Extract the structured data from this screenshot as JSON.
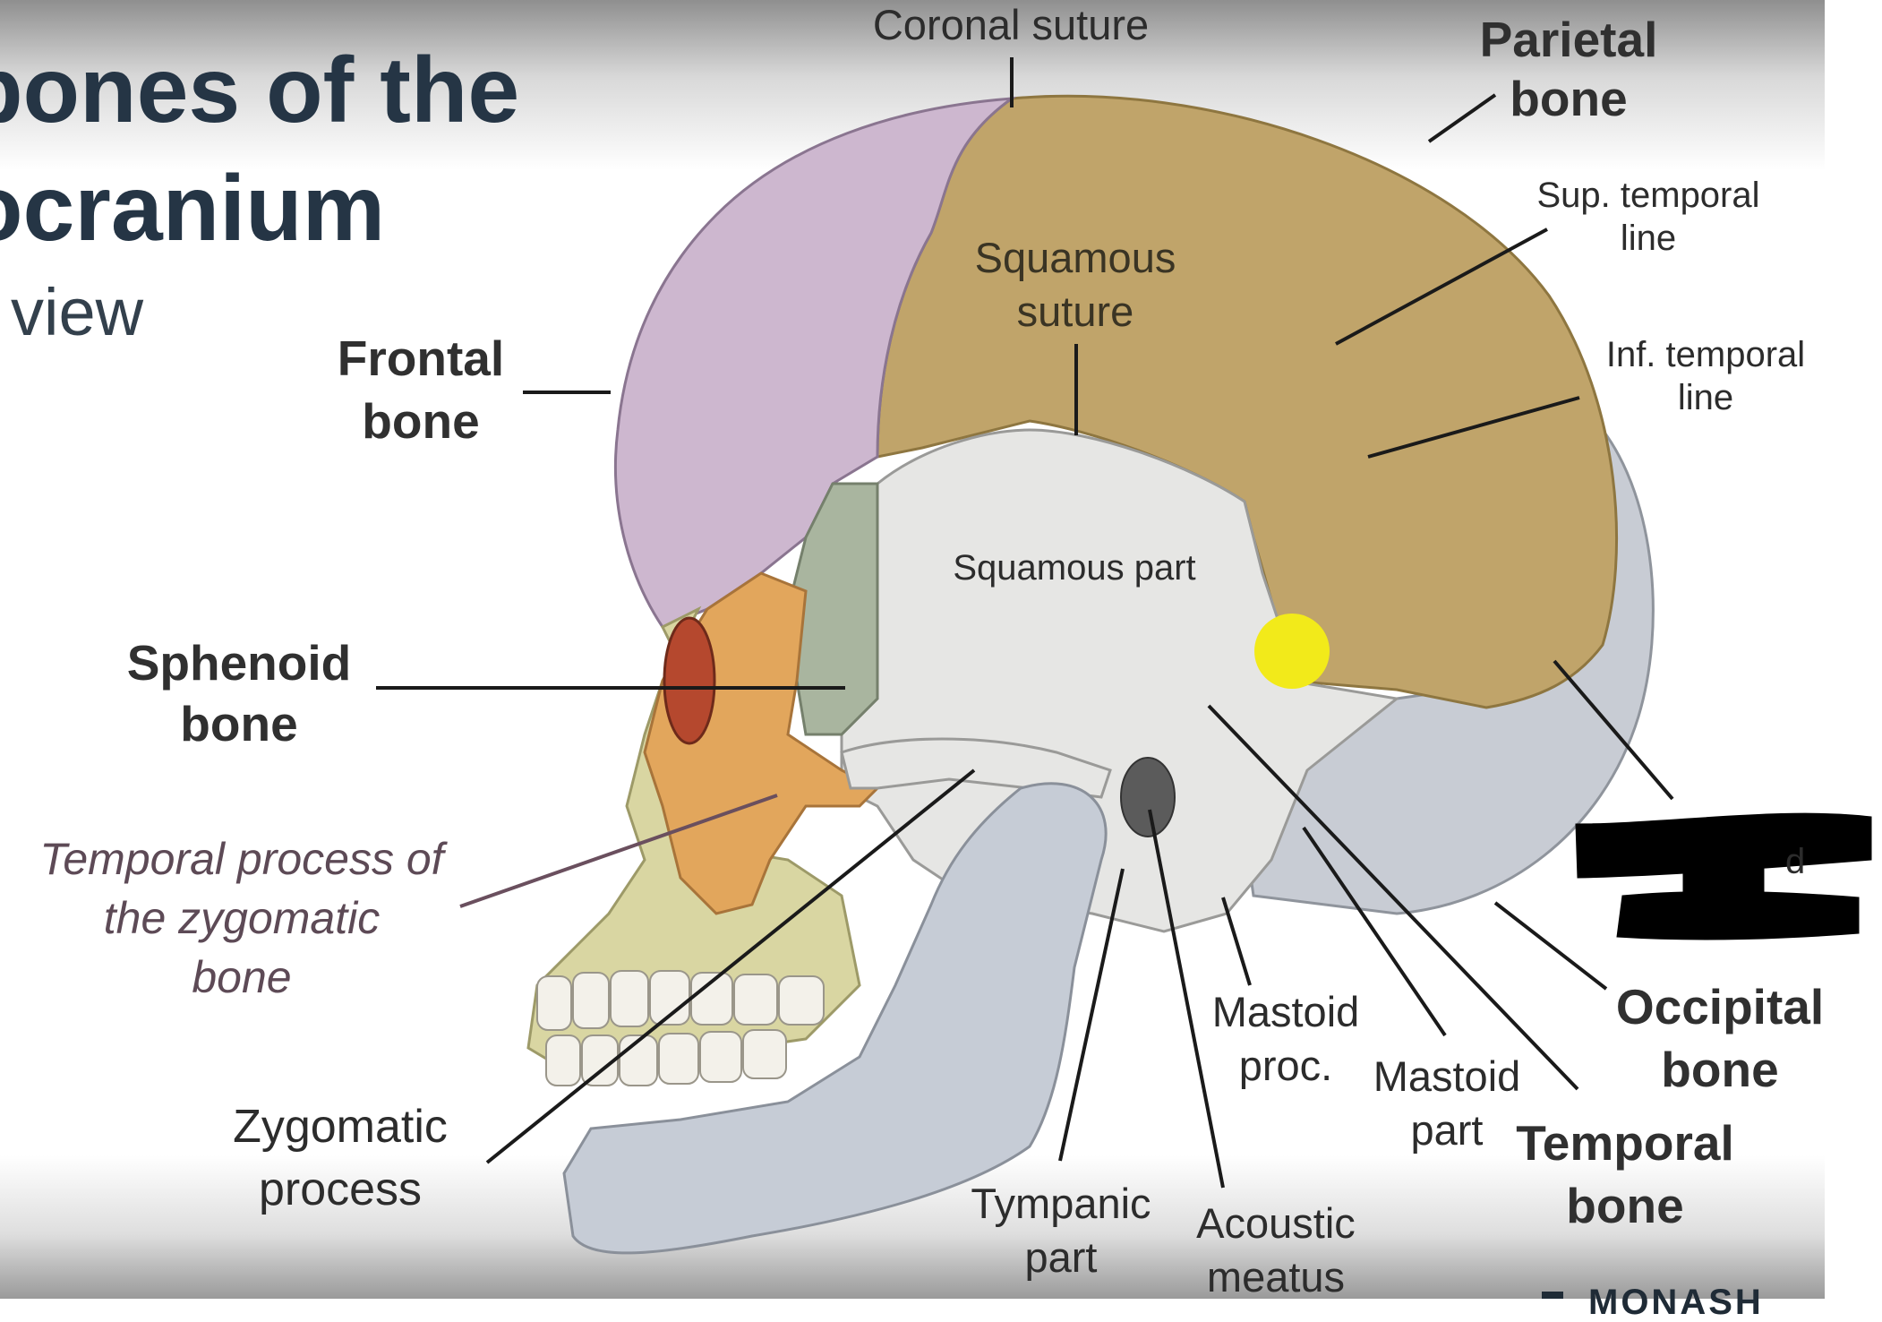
{
  "slide": {
    "title_line1": "bones of the",
    "title_line2": "ocranium",
    "subtitle": "view",
    "corner_mark": "MONASH"
  },
  "labels": {
    "coronal_suture": "Coronal suture",
    "parietal_bone": [
      "Parietal",
      "bone"
    ],
    "sup_temporal_line": [
      "Sup. temporal",
      "line"
    ],
    "inf_temporal_line": [
      "Inf. temporal",
      "line"
    ],
    "squamous_suture": [
      "Squamous",
      "suture"
    ],
    "squamous_part": "Squamous part",
    "frontal_bone": [
      "Frontal",
      "bone"
    ],
    "sphenoid_bone": [
      "Sphenoid",
      "bone"
    ],
    "temporal_process": [
      "Temporal process of",
      "the zygomatic",
      "bone"
    ],
    "zygomatic_process": [
      "Zygomatic",
      "process"
    ],
    "tympanic_part": [
      "Tympanic",
      "part"
    ],
    "acoustic_meatus": [
      "Acoustic",
      "meatus"
    ],
    "mastoid_proc": [
      "Mastoid",
      "proc."
    ],
    "mastoid_part": [
      "Mastoid",
      "part"
    ],
    "temporal_bone": [
      "Temporal",
      "bone"
    ],
    "occipital_bone": [
      "Occipital",
      "bone"
    ],
    "redacted_partial": "d"
  },
  "colors": {
    "frontal": "#cdb7cf",
    "parietal": "#c0a46a",
    "temporal": "#e6e6e4",
    "occipital": "#c8ccd4",
    "sphenoid": "#a9b59f",
    "zygomatic": "#e2a65c",
    "maxilla": "#d9d6a2",
    "mandible": "#c6ccd6",
    "highlight": "#f2ea1a",
    "title": "#253545"
  }
}
